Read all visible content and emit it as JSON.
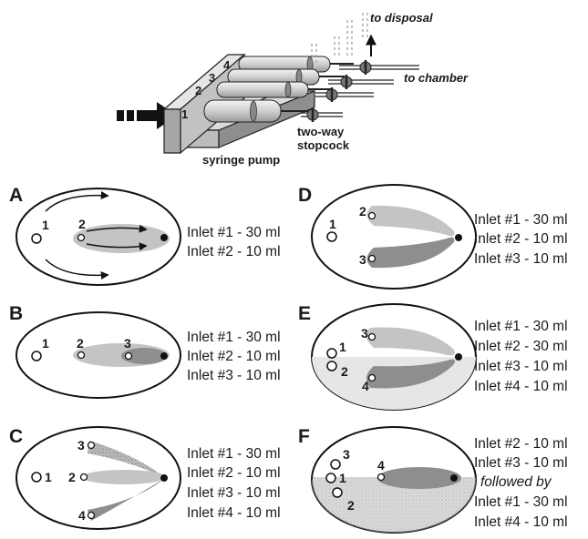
{
  "apparatus": {
    "to_disposal": "to disposal",
    "to_chamber": "to chamber",
    "stopcock": [
      "two-way",
      "stopcock"
    ],
    "pump": "syringe pump",
    "syringe_numbers": [
      "1",
      "2",
      "3",
      "4"
    ]
  },
  "panels": [
    {
      "id": "A",
      "letter": "A",
      "inlets": [
        "1",
        "2"
      ],
      "legend": [
        "Inlet #1 - 30 ml",
        "Inlet #2 - 10 ml"
      ]
    },
    {
      "id": "B",
      "letter": "B",
      "inlets": [
        "1",
        "2",
        "3"
      ],
      "legend": [
        "Inlet #1 - 30 ml",
        "Inlet #2 - 10 ml",
        "Inlet #3 - 10 ml"
      ]
    },
    {
      "id": "C",
      "letter": "C",
      "inlets": [
        "1",
        "2",
        "3",
        "4"
      ],
      "legend": [
        "Inlet #1 - 30 ml",
        "Inlet #2 - 10 ml",
        "Inlet #3 - 10 ml",
        "Inlet #4 - 10 ml"
      ]
    },
    {
      "id": "D",
      "letter": "D",
      "inlets": [
        "1",
        "2",
        "3"
      ],
      "legend": [
        "Inlet #1 - 30 ml",
        "Inlet #2 - 10 ml",
        "Inlet #3 - 10 ml"
      ]
    },
    {
      "id": "E",
      "letter": "E",
      "inlets": [
        "1",
        "2",
        "3",
        "4"
      ],
      "legend": [
        "Inlet #1 - 30 ml",
        "Inlet #2 - 30 ml",
        "Inlet #3 - 10 ml",
        "Inlet #4 - 10 ml"
      ]
    },
    {
      "id": "F",
      "letter": "F",
      "inlets": [
        "1",
        "2",
        "3",
        "4"
      ],
      "legend": [
        "Inlet #2 - 10 ml",
        "Inlet #3 - 10 ml",
        "followed by",
        "Inlet #1 - 30 ml",
        "Inlet #4 - 10 ml"
      ]
    }
  ]
}
